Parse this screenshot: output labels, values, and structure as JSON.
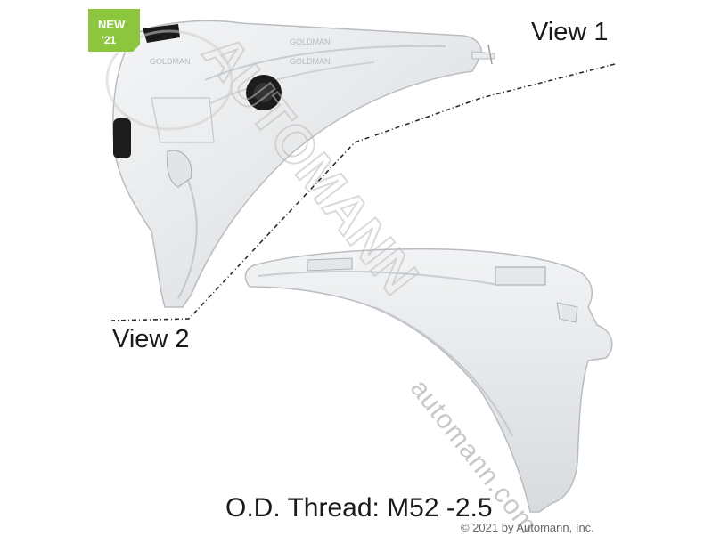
{
  "badge": {
    "line1": "NEW",
    "line2": "'21",
    "color": "#8cc63f"
  },
  "labels": {
    "view1": "View 1",
    "view2": "View 2",
    "thread": "O.D. Thread: M52 -2.5",
    "copyright": "© 2021 by Automann, Inc."
  },
  "watermark": {
    "brand": "AUTOMANN",
    "url": "automann.com",
    "color": "#cfcfcf"
  },
  "part_embossing": [
    "GOLDMAN",
    "GOLDMAN",
    "GOLDMAN"
  ]
}
